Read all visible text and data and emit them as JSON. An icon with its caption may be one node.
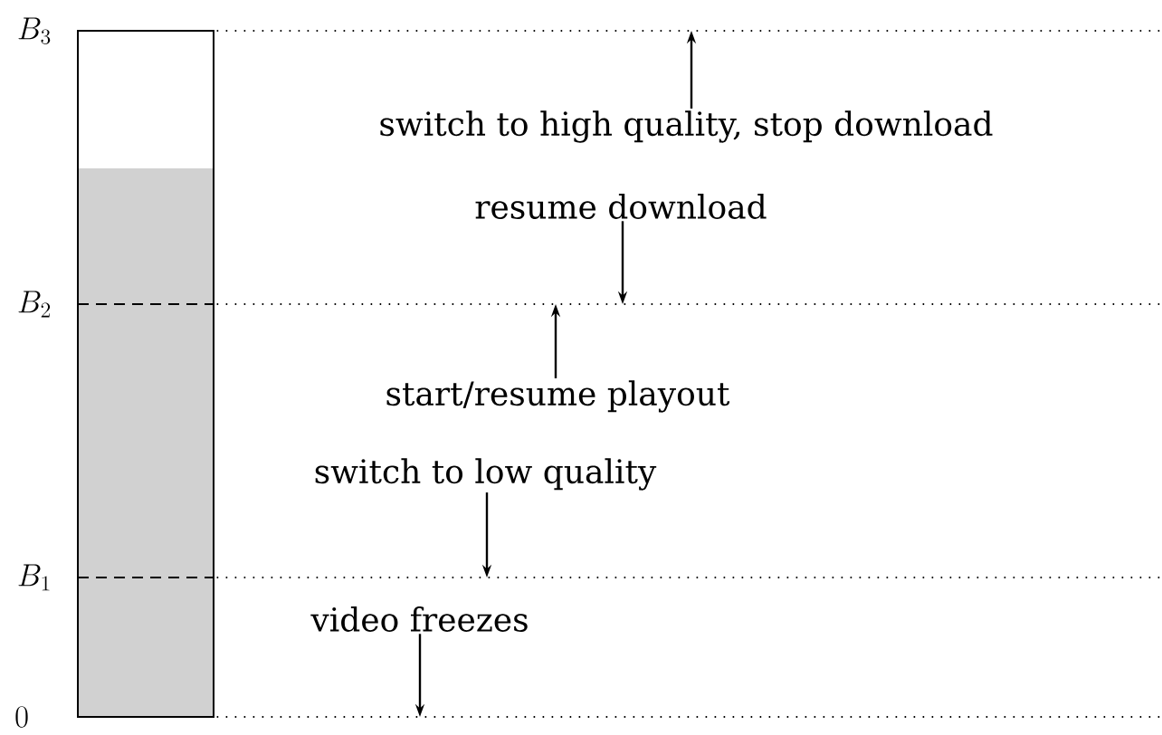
{
  "diagram": {
    "nodes": [
      {
        "text": [
          "switch to high quality, stop download"
        ]
      },
      {
        "text": [
          "resume download"
        ]
      },
      {
        "text": [
          "start/resume playout"
        ]
      },
      {
        "text": [
          "switch to low quality"
        ]
      },
      {
        "text": [
          "video freezes"
        ]
      },
      {
        "text": [],
        "shape": "line"
      },
      {
        "text": [],
        "shape": "line"
      },
      {
        "text": [],
        "shape": "line"
      },
      {
        "text": [],
        "shape": "line"
      }
    ],
    "edges": [
      {
        "from": 0,
        "to": 5,
        "arrow": "to"
      },
      {
        "from": 1,
        "to": 6,
        "arrow": "to"
      },
      {
        "from": 2,
        "to": 6,
        "arrow": "to"
      },
      {
        "from": 3,
        "to": 7,
        "arrow": "to"
      },
      {
        "from": 4,
        "to": 8,
        "arrow": "to"
      }
    ],
    "labels": [
      "B_3",
      "B_2",
      "B_1",
      "0"
    ]
  }
}
